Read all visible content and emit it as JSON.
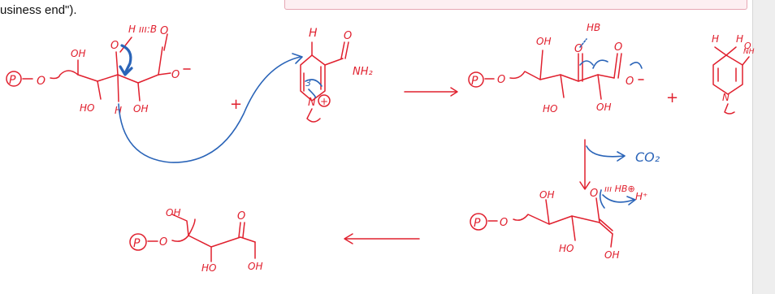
{
  "snippet": {
    "text": "usiness end\")."
  },
  "colors": {
    "ink_red": "#e0202e",
    "ink_blue": "#2a64b8",
    "panel": "#eeeeee",
    "topbar": "#fdeff2"
  },
  "labels": {
    "p1": "P",
    "o1": "O",
    "oh1": "OH",
    "o_top1": "O",
    "hb1": "H ııı:B",
    "o_acid1": "O",
    "o_minus1": "O",
    "ho1": "HO",
    "h1": "H",
    "oh1b": "OH",
    "plus1": "+",
    "h_nad": "H",
    "o_nad": "O",
    "nh2_nad": "NH₂",
    "n_nad": "N",
    "plus_nad": "+",
    "three_nad": "3",
    "oh2": "OH",
    "hb2": "HB",
    "p2": "P",
    "o2": "O",
    "o_keto2": "O",
    "o_acid2": "O",
    "o_minus2": "O",
    "ho2": "HO",
    "oh2b": "OH",
    "plus2": "+",
    "h_nadh_a": "H",
    "h_nadh_b": "H",
    "o_nadh": "O",
    "nh_nadh": "NH",
    "n_nadh": "N",
    "co2": "CO₂",
    "oh3": "OH",
    "o3": "O",
    "hb3": "ııı HB⊕",
    "hplus3": "H⁺",
    "p3": "P",
    "o3b": "O",
    "ho3": "HO",
    "oh3b": "OH",
    "oh4": "OH",
    "o4": "O",
    "p4": "P",
    "o4b": "O",
    "ho4": "HO",
    "oh4b": "OH"
  }
}
